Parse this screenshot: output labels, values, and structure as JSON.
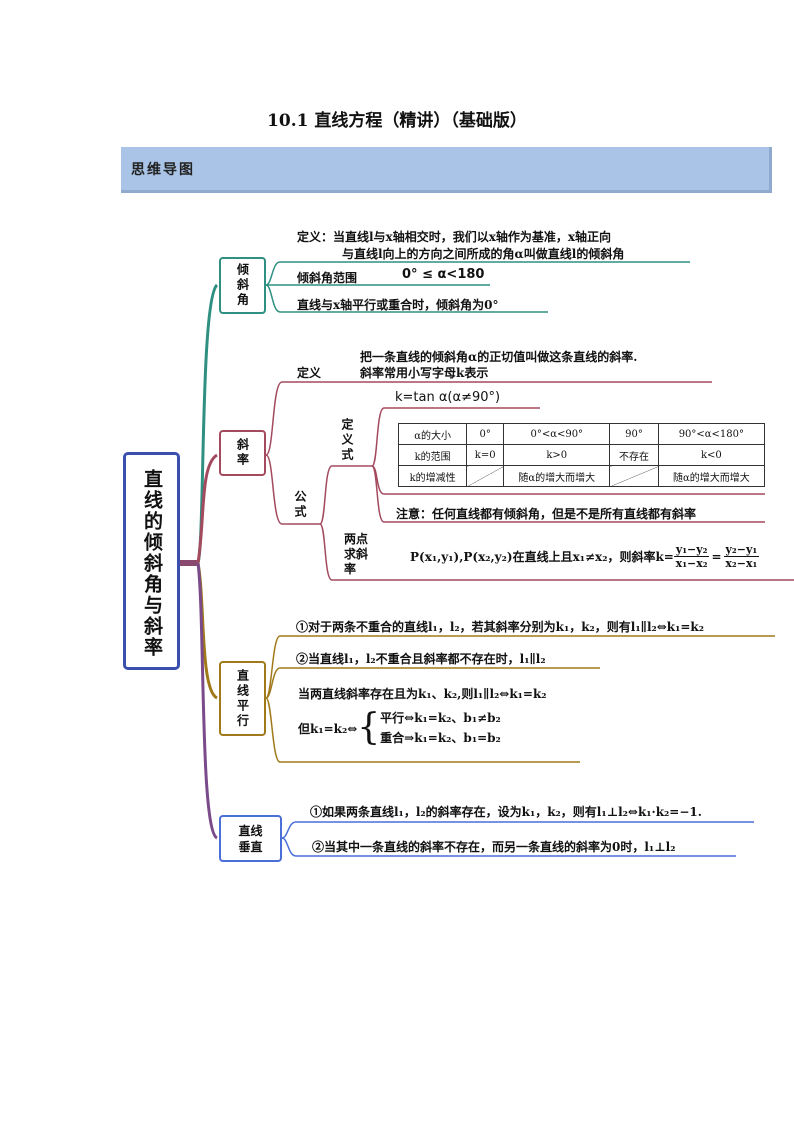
{
  "doc_title": "10.1 直线方程（精讲）（基础版）",
  "banner": "思维导图",
  "center": "直线的倾斜角与斜率",
  "branches": {
    "inclination": {
      "label": "倾斜角",
      "def_line1": "定义：当直线l与x轴相交时，我们以x轴作为基准，x轴正向",
      "def_line2": "与直线l向上的方向之间所成的角α叫做直线l的倾斜角",
      "range_label": "倾斜角范围",
      "range_value": "0° ≤ α<180",
      "parallel": "直线与x轴平行或重合时，倾斜角为0°"
    },
    "slope": {
      "label": "斜率",
      "def_label": "定义",
      "def_line1": "把一条直线的倾斜角α的正切值叫做这条直线的斜率.",
      "def_line2": "斜率常用小写字母k表示",
      "formula_label": "公式",
      "def_formula_label": "定义式",
      "def_formula": "k=tan α(α≠90°)",
      "table": {
        "rows": [
          [
            "α的大小",
            "0°",
            "0°<α<90°",
            "90°",
            "90°<α<180°"
          ],
          [
            "k的范围",
            "k=0",
            "k>0",
            "不存在",
            "k<0"
          ],
          [
            "k的增减性",
            "",
            "随α的增大而增大",
            "",
            "随α的增大而增大"
          ]
        ]
      },
      "note": "注意：任何直线都有倾斜角，但是不是所有直线都有斜率",
      "two_point_label": "两点求斜率",
      "two_point_formula_prefix": "P(x₁,y₁),P(x₂,y₂)在直线上且x₁≠x₂，则斜率k=",
      "frac1_num": "y₁−y₂",
      "frac1_den": "x₁−x₂",
      "frac_eq": "=",
      "frac2_num": "y₂−y₁",
      "frac2_den": "x₂−x₁"
    },
    "parallel": {
      "label": "直线平行",
      "item1": "①对于两条不重合的直线l₁，l₂，若其斜率分别为k₁，k₂，则有l₁∥l₂⇔k₁=k₂",
      "item2": "②当直线l₁，l₂不重合且斜率都不存在时，l₁∥l₂",
      "item3": "当两直线斜率存在且为k₁、k₂,则l₁∥l₂⇔k₁=k₂",
      "item4_prefix": "但k₁=k₂⇔",
      "item4_a": "平行⇔k₁=k₂、b₁≠b₂",
      "item4_b": "重合⇒k₁=k₂、b₁=b₂"
    },
    "perpendicular": {
      "label": "直线垂直",
      "item1": "①如果两条直线l₁，l₂的斜率存在，设为k₁，k₂，则有l₁⊥l₂⇔k₁·k₂=−1.",
      "item2": "②当其中一条直线的斜率不存在，而另一条直线的斜率为0时，l₁⊥l₂"
    }
  },
  "colors": {
    "teal": "#2f8f80",
    "maroon": "#a34a5e",
    "olive": "#a07a1a",
    "purple": "#7a4a8a",
    "blue": "#4a6fd8",
    "center_border": "#3b4fae"
  }
}
